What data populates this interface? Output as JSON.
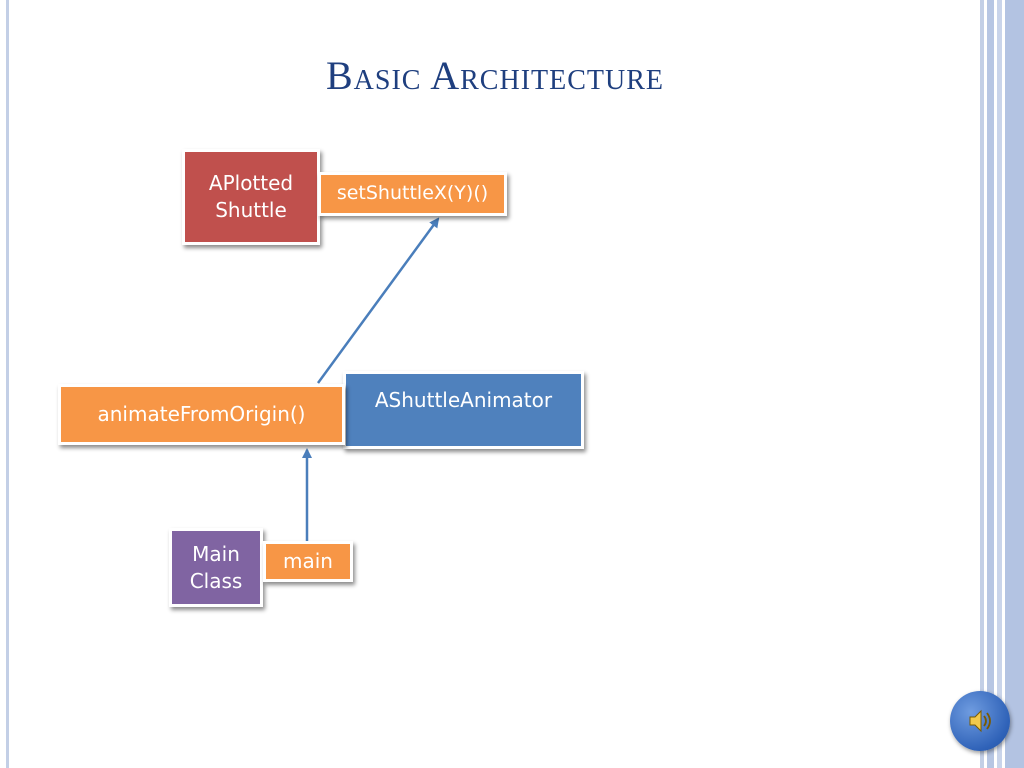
{
  "slide": {
    "title": "Basic Architecture"
  },
  "diagram": {
    "aplotted_shuttle": "APlotted\nShuttle",
    "set_shuttle_method": "setShuttleX(Y)()",
    "animate_method": "animateFromOrigin()",
    "shuttle_animator": "AShuttleAnimator",
    "main_class": "Main\nClass",
    "main_method": "main"
  },
  "icons": {
    "speaker": "speaker-icon"
  },
  "colors": {
    "title": "#1f3f7f",
    "red": "#c0504d",
    "orange": "#f79646",
    "blue": "#4f81bd",
    "purple": "#8064a2",
    "arrow": "#4a7ebb"
  }
}
